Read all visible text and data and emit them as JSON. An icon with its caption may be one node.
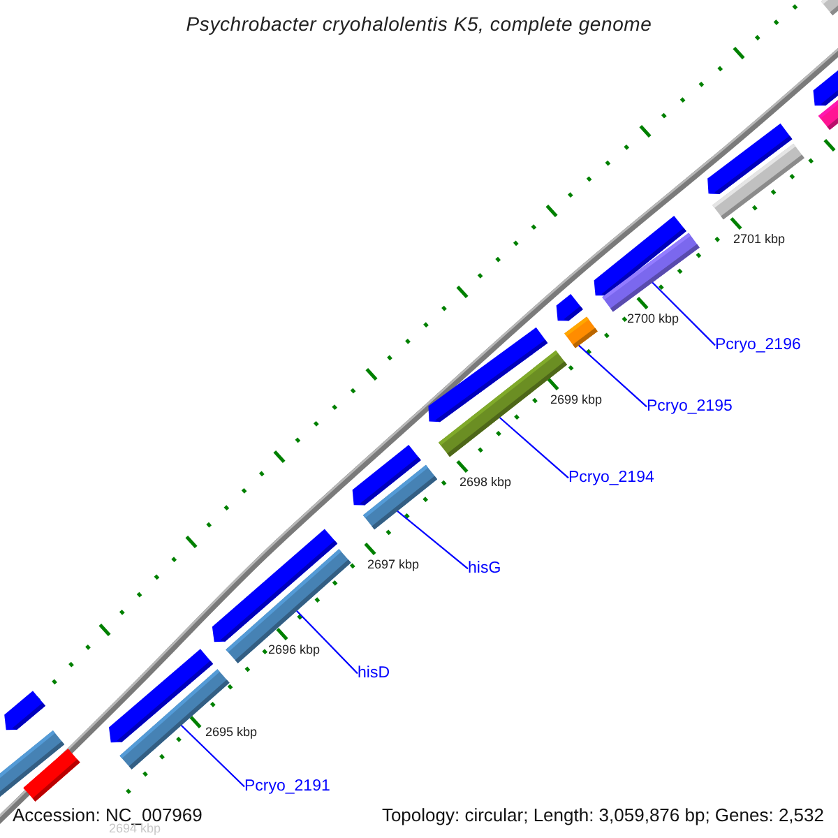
{
  "diagram": {
    "title": "Psychrobacter cryohalolentis K5, complete genome",
    "nodes": [
      {
        "text": [],
        "shape": "bar"
      },
      {
        "text": [],
        "shape": "bar"
      },
      {
        "text": [],
        "shape": "bar"
      },
      {
        "text": [],
        "shape": "bar"
      },
      {
        "text": [],
        "shape": "bar"
      },
      {
        "text": [],
        "shape": "bar"
      },
      {
        "text": [],
        "shape": "bar"
      },
      {
        "text": [],
        "shape": "bar"
      },
      {
        "text": [],
        "shape": "bar"
      },
      {
        "text": [],
        "shape": "bar"
      },
      {
        "text": [],
        "shape": "bar"
      },
      {
        "text": [],
        "shape": "bar"
      },
      {
        "text": [],
        "shape": "bar"
      },
      {
        "text": [],
        "shape": "bar"
      },
      {
        "text": [],
        "shape": "bar"
      },
      {
        "text": [],
        "shape": "bar"
      },
      {
        "text": [],
        "shape": "bar"
      },
      {
        "text": [],
        "shape": "bar"
      },
      {
        "text": [],
        "shape": "bar"
      },
      {
        "text": [],
        "shape": "bar"
      },
      {
        "text": [
          "Pcryo_2196"
        ]
      },
      {
        "text": [
          "Pcryo_2195"
        ]
      },
      {
        "text": [
          "Pcryo_2194"
        ]
      },
      {
        "text": [
          "hisG"
        ]
      },
      {
        "text": [
          "hisD"
        ]
      },
      {
        "text": [
          "Pcryo_2191"
        ]
      }
    ],
    "edges": [
      {
        "from": 20,
        "to": 14,
        "arrow": "none"
      },
      {
        "from": 21,
        "to": 12,
        "arrow": "none"
      },
      {
        "from": 22,
        "to": 10,
        "arrow": "none"
      },
      {
        "from": 23,
        "to": 8,
        "arrow": "none"
      },
      {
        "from": 24,
        "to": 6,
        "arrow": "none"
      },
      {
        "from": 25,
        "to": 4,
        "arrow": "none"
      }
    ],
    "labels": [
      "2701 kbp",
      "2700 kbp",
      "2699 kbp",
      "2698 kbp",
      "2697 kbp",
      "2696 kbp",
      "2695 kbp",
      "Accession: NC_007969",
      "Topology: circular; Length: 3,059,876 bp; Genes: 2,532",
      "2694 kbp"
    ]
  }
}
